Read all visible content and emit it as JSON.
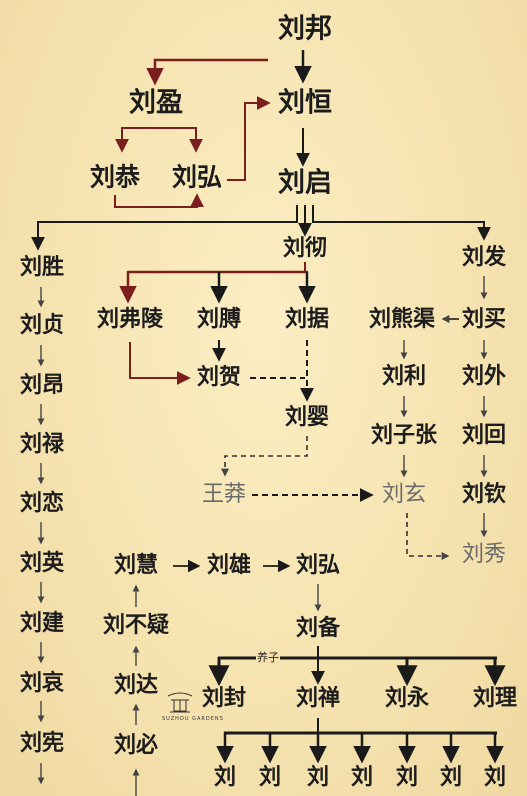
{
  "nodes": {
    "liubang": "刘邦",
    "liuying": "刘盈",
    "liuheng": "刘恒",
    "liugong": "刘恭",
    "liuhong1": "刘弘",
    "liuqi": "刘启",
    "liusheng": "刘胜",
    "liuche": "刘彻",
    "liufa": "刘发",
    "liuzhen": "刘贞",
    "liufuling": "刘弗陵",
    "liubo": "刘膊",
    "liuju": "刘据",
    "liuxiongqu": "刘熊渠",
    "liumai": "刘买",
    "liuang": "刘昂",
    "liuhe": "刘贺",
    "liuli": "刘利",
    "liuwai": "刘外",
    "liulu": "刘禄",
    "liuying2": "刘婴",
    "liuzizhang": "刘子张",
    "liuhui": "刘回",
    "liulian": "刘恋",
    "wangmang": "王莽",
    "liuxuan": "刘玄",
    "liuqin": "刘钦",
    "liuxiu": "刘秀",
    "liuying3": "刘英",
    "liuhui2": "刘慧",
    "liuxiong": "刘雄",
    "liuhong2": "刘弘",
    "liujian": "刘建",
    "liubuyi": "刘不疑",
    "liubei": "刘备",
    "liuai": "刘哀",
    "liuda": "刘达",
    "liufeng": "刘封",
    "liushan": "刘禅",
    "liuyong": "刘永",
    "liuli2": "刘理",
    "liuxian": "刘宪",
    "liubi": "刘必"
  },
  "bottom_row": [
    "刘",
    "刘",
    "刘",
    "刘",
    "刘",
    "刘",
    "刘"
  ],
  "labels": {
    "adopted": "养子"
  },
  "watermark": {
    "text": "SUZHOU GARDENS"
  },
  "colors": {
    "arrow_dark": "#1a1a1a",
    "arrow_red": "#7a1e1e",
    "background": "#f6e3b0"
  }
}
